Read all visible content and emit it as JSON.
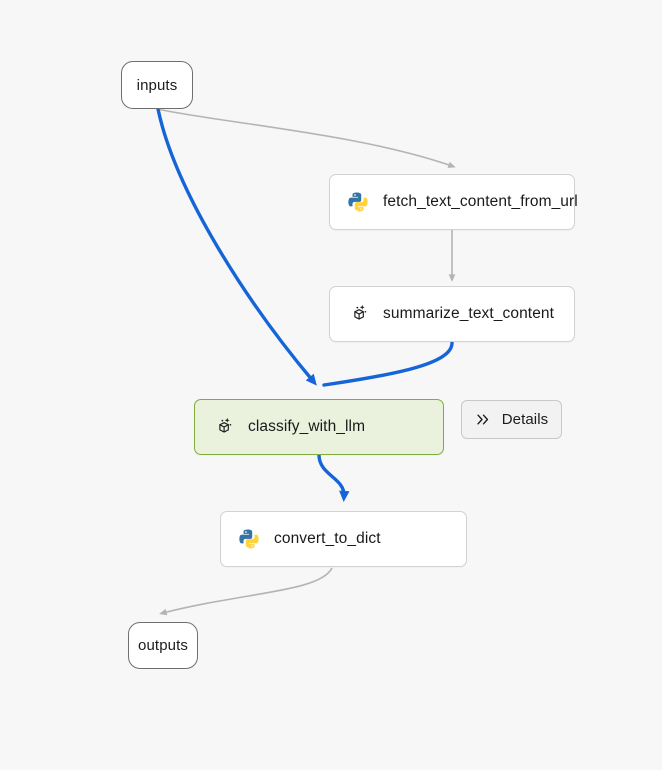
{
  "canvas": {
    "background_color": "#f7f7f7",
    "edge_color_default": "#b4b4b4",
    "edge_color_active": "#1565d8",
    "selected_node_border_color": "#7fae3f",
    "selected_node_fill_color": "#eaf1dd"
  },
  "terminals": [
    {
      "id": "inputs",
      "label": "inputs"
    },
    {
      "id": "outputs",
      "label": "outputs"
    }
  ],
  "nodes": [
    {
      "id": "fetch_text_content_from_url",
      "label": "fetch_text_content_from_url",
      "icon": "python-icon",
      "selected": false
    },
    {
      "id": "summarize_text_content",
      "label": "summarize_text_content",
      "icon": "llm-cube-sparkle-icon",
      "selected": false
    },
    {
      "id": "classify_with_llm",
      "label": "classify_with_llm",
      "icon": "llm-cube-sparkle-icon",
      "selected": true
    },
    {
      "id": "convert_to_dict",
      "label": "convert_to_dict",
      "icon": "python-icon",
      "selected": false
    }
  ],
  "details_button": {
    "label": "Details",
    "icon": "double-chevron-right-icon"
  },
  "edges": [
    {
      "from": "inputs",
      "to": "fetch_text_content_from_url",
      "state": "inactive"
    },
    {
      "from": "inputs",
      "to": "classify_with_llm",
      "state": "active"
    },
    {
      "from": "fetch_text_content_from_url",
      "to": "summarize_text_content",
      "state": "inactive"
    },
    {
      "from": "summarize_text_content",
      "to": "classify_with_llm",
      "state": "active"
    },
    {
      "from": "classify_with_llm",
      "to": "convert_to_dict",
      "state": "active"
    },
    {
      "from": "convert_to_dict",
      "to": "outputs",
      "state": "inactive"
    }
  ]
}
